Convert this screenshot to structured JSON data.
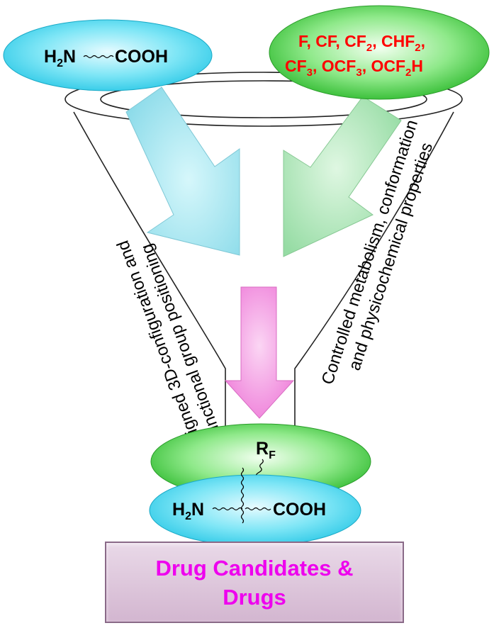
{
  "top_left_oval": {
    "amine": "H",
    "amine_sub": "2",
    "amine_n": "N",
    "acid": "COOH"
  },
  "top_right_oval": {
    "line1": {
      "a": "F, CF, CF",
      "a_sub": "2",
      "b": ", CHF",
      "b_sub": "2",
      "c": ","
    },
    "line2": {
      "a": "CF",
      "a_sub": "3",
      "b": ", OCF",
      "b_sub": "3",
      "c": ", OCF",
      "c_sub": "2",
      "d": "H"
    }
  },
  "left_side_text": {
    "line1": "Designed 3D-configuration and",
    "line2": "functional group positioning"
  },
  "right_side_text": {
    "line1": "Controlled metabolism, conformation",
    "line2": "and physicochemical properties"
  },
  "product": {
    "rf": "R",
    "rf_sub": "F",
    "amine": "H",
    "amine_sub": "2",
    "amine_n": "N",
    "acid": "COOH"
  },
  "drug_box": {
    "line1": "Drug Candidates &",
    "line2": "Drugs"
  },
  "colors": {
    "cyan_oval": "#3fd8f0",
    "green_oval": "#2ecc2e",
    "red_text": "#ff0000",
    "magenta_text": "#ee00ee",
    "blue_arrow": "#9fe6f2",
    "green_arrow": "#a4e6b0",
    "pink_arrow": "#f48fe0"
  }
}
